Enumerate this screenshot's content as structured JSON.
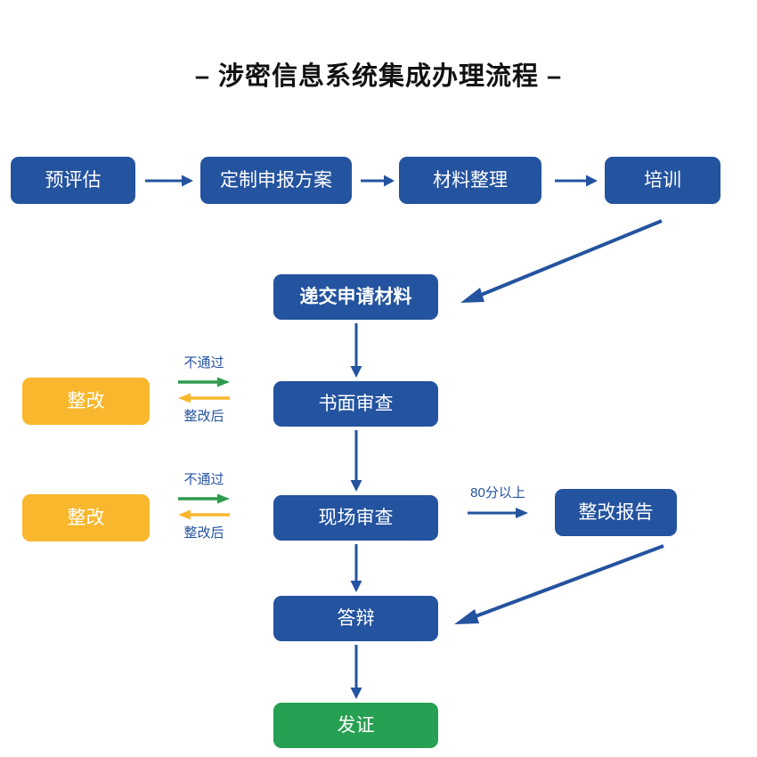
{
  "title": "– 涉密信息系统集成办理流程 –",
  "colors": {
    "blue": "#24539F",
    "orange": "#F8B72C",
    "green": "#26A052",
    "arrow_blue": "#24539F",
    "arrow_green": "#2E9B4E",
    "arrow_orange": "#F8B72C",
    "title_text": "#111111",
    "background": "#FFFFFF"
  },
  "top_row": {
    "nodes": [
      {
        "label": "预评估",
        "color": "blue"
      },
      {
        "label": "定制申报方案",
        "color": "blue"
      },
      {
        "label": "材料整理",
        "color": "blue"
      },
      {
        "label": "培训",
        "color": "blue"
      }
    ],
    "connector_icon": "arrow-right-icon"
  },
  "main_column": {
    "nodes": [
      {
        "label": "递交申请材料",
        "color": "blue",
        "bold": true
      },
      {
        "label": "书面审查",
        "color": "blue",
        "bold": false
      },
      {
        "label": "现场审查",
        "color": "blue",
        "bold": false
      },
      {
        "label": "答辩",
        "color": "blue",
        "bold": false
      },
      {
        "label": "发证",
        "color": "green",
        "bold": false
      }
    ],
    "connector_icon": "arrow-down-icon"
  },
  "loops": [
    {
      "node_label": "整改",
      "node_color": "orange",
      "fail_label": "不通过",
      "fail_arrow_icon": "arrow-right-icon",
      "return_label": "整改后",
      "return_arrow_icon": "arrow-left-icon"
    },
    {
      "node_label": "整改",
      "node_color": "orange",
      "fail_label": "不通过",
      "fail_arrow_icon": "arrow-right-icon",
      "return_label": "整改后",
      "return_arrow_icon": "arrow-left-icon"
    }
  ],
  "score_branch": {
    "label": "80分以上",
    "arrow_icon": "arrow-right-icon",
    "target_node": {
      "label": "整改报告",
      "color": "blue"
    }
  },
  "diagonal_connectors": [
    {
      "name": "training-to-submit",
      "icon": "arrow-diagonal-down-left-icon"
    },
    {
      "name": "report-to-defense",
      "icon": "arrow-diagonal-down-left-icon"
    }
  ]
}
